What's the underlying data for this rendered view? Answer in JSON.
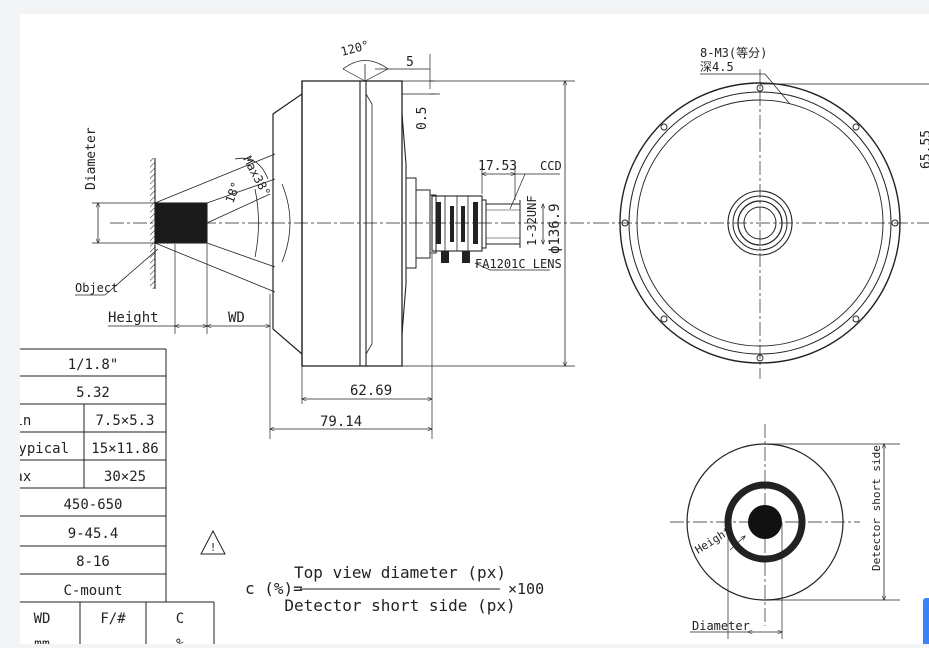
{
  "left_view": {
    "diameter_label": "Diameter",
    "object_label": "Object",
    "height_label": "Height",
    "wd_label": "WD",
    "angle_max": "Max38°",
    "angle_18": "18°",
    "angle_120": "120°",
    "dim_5": "5",
    "dim_0_5": "0.5",
    "dim_17_53": "17.53",
    "ccd_label": "CCD",
    "thread_label": "1-32UNF",
    "dia_136_9": "ϕ136.9",
    "lens_label": "FA1201C LENS",
    "dim_62_69": "62.69",
    "dim_79_14": "79.14"
  },
  "front_view": {
    "screw_label": "8-M3(等分)",
    "depth_label": "深4.5",
    "dim_65": "65.55"
  },
  "detector_view": {
    "side_label": "Detector short side",
    "height_label": "Height",
    "diameter_label": "Diameter"
  },
  "spec_table": {
    "rows": [
      {
        "col1": "1/1.8\"",
        "col2": ""
      },
      {
        "col1": "5.32",
        "col2": ""
      },
      {
        "col1": "Min",
        "col2": "7.5×5.3"
      },
      {
        "col1": "Typical",
        "col2": "15×11.86"
      },
      {
        "col1": "Max",
        "col2": "30×25"
      },
      {
        "col1": "450-650",
        "col2": ""
      },
      {
        "col1": "9-45.4",
        "col2": ""
      },
      {
        "col1": "8-16",
        "col2": ""
      },
      {
        "col1": "C-mount",
        "col2": ""
      }
    ],
    "sub_headers": [
      "WD",
      "F/#",
      "C"
    ],
    "sub_units": [
      "mm",
      "",
      "%"
    ]
  },
  "formula": {
    "lhs": "c (%)=",
    "numerator": "Top view diameter (px)",
    "denominator": "Detector short side (px)",
    "multiplier": "×100",
    "warning_mark": "!"
  }
}
